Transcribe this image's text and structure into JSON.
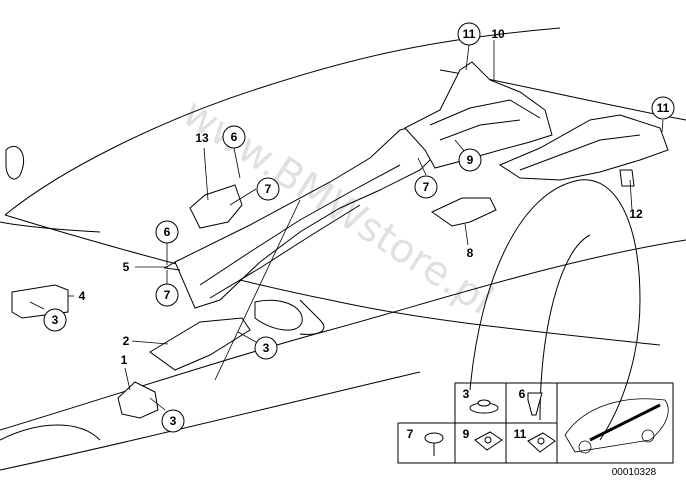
{
  "callouts": {
    "c11_top": "11",
    "c10": "10",
    "c11_right": "11",
    "c12": "12",
    "c13": "13",
    "c6_a": "6",
    "c7_a": "7",
    "c9": "9",
    "c7_b": "7",
    "c8": "8",
    "c6_b": "6",
    "c5": "5",
    "c7_c": "7",
    "c4": "4",
    "c3_a": "3",
    "c2": "2",
    "c3_b": "3",
    "c1": "1",
    "c3_c": "3"
  },
  "watermark": "www.BMWstore.pl",
  "legend": {
    "cells": [
      "3",
      "6",
      "7",
      "9",
      "11"
    ]
  },
  "diagram_code": "00010328"
}
